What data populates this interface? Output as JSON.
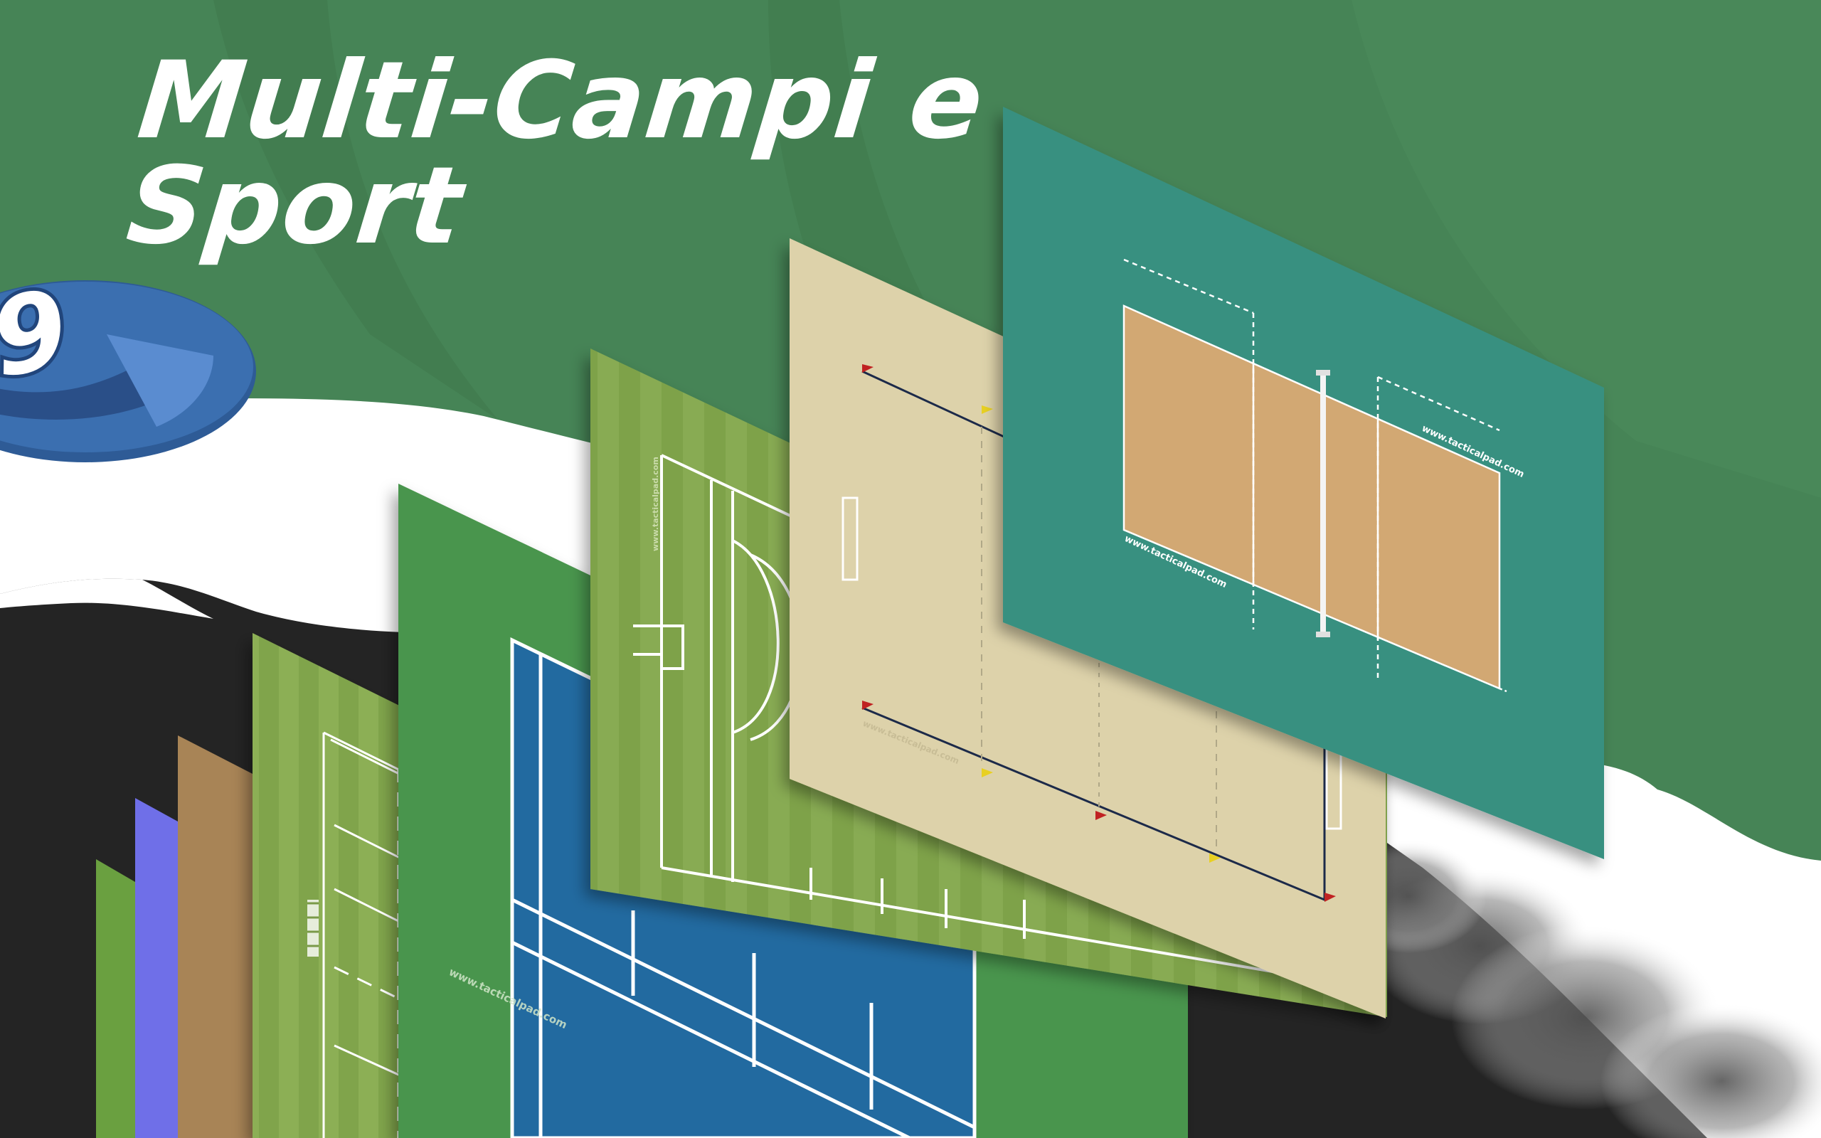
{
  "headline": {
    "line1": "Multi-Campi e",
    "line2": "Sport"
  },
  "badge": {
    "glyph": "9"
  },
  "watermark": "www.tacticalpad.com",
  "colors": {
    "background_green": "#468456",
    "dark_band": "#242424",
    "volleyball_surround": "#389080",
    "volleyball_court": "#d2a873",
    "beach_sand": "#ddd2aa",
    "hockey_turf": "#86aa50",
    "tennis_surround": "#4a954d",
    "tennis_court": "#246aa0",
    "rugby_turf": "#86aa50",
    "clay_card": "#a88456",
    "purple_card": "#6f6fe8",
    "badge_blue": "#3b6fb0"
  }
}
